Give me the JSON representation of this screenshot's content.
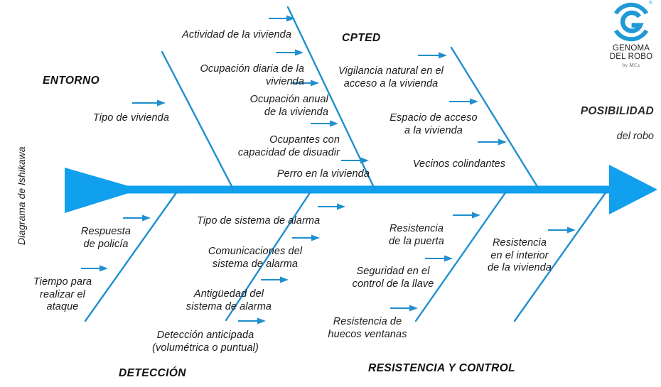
{
  "page": {
    "title_vertical": "Diagrama de Ishikawa",
    "spine_color": "#10A0EE",
    "bone_color": "#1F8FCE",
    "arrow_color": "#1F8FCE",
    "text_color": "#1a1a1a"
  },
  "logo": {
    "mark": "circular-g-monogram",
    "registered_mark": "®",
    "wordmark": "GENOMA\nDEL ROBO",
    "byline": "by MCs",
    "color": "#1F9AD6"
  },
  "effect": {
    "line1": "POSIBILIDAD",
    "line2": "del robo"
  },
  "categories": [
    {
      "id": "entorno",
      "label": "ENTORNO",
      "position": "upper-left",
      "causes": [
        {
          "text": "Tipo de vivienda"
        }
      ]
    },
    {
      "id": "cpted",
      "label": "CPTED",
      "position": "upper-right",
      "causes": [
        {
          "text": "Actividad de la vivienda"
        },
        {
          "text": "Ocupación diaria de la\nvivienda"
        },
        {
          "text": "Ocupación anual\nde la vivienda"
        },
        {
          "text": "Ocupantes con\ncapacidad de disuadir"
        },
        {
          "text": "Perro en la vivienda"
        },
        {
          "text": "Vigilancia natural en el\nacceso a la vivienda"
        },
        {
          "text": "Espacio de acceso\na la vivienda"
        },
        {
          "text": "Vecinos colindantes"
        }
      ]
    },
    {
      "id": "deteccion",
      "label": "DETECCIÓN",
      "position": "lower-left",
      "causes": [
        {
          "text": "Respuesta\nde policía"
        },
        {
          "text": "Tiempo para\nrealizar el\nataque"
        },
        {
          "text": "Tipo de sistema de alarma"
        },
        {
          "text": "Comunicaciones del\nsistema de alarma"
        },
        {
          "text": "Antigüedad del\nsistema de alarma"
        },
        {
          "text": "Detección anticipada\n(volumétrica o puntual)"
        }
      ]
    },
    {
      "id": "resistencia-y-control",
      "label": "RESISTENCIA Y CONTROL",
      "position": "lower-right",
      "causes": [
        {
          "text": "Resistencia\nde la puerta"
        },
        {
          "text": "Seguridad en el\ncontrol de la llave"
        },
        {
          "text": "Resistencia de\nhuecos ventanas"
        },
        {
          "text": "Resistencia\nen el interior\nde la vivienda"
        }
      ]
    }
  ],
  "cause_labels": {
    "tipo_de_vivienda": "Tipo de vivienda",
    "actividad_vivienda": "Actividad de la vivienda",
    "ocupacion_diaria": "Ocupación diaria de la\nvivienda",
    "ocupacion_anual": "Ocupación anual\nde la vivienda",
    "ocupantes_disuadir": "Ocupantes con\ncapacidad de disuadir",
    "perro_vivienda": "Perro en la vivienda",
    "vigilancia_natural": "Vigilancia natural en el\nacceso a la vivienda",
    "espacio_acceso": "Espacio de acceso\na la vivienda",
    "vecinos_colindantes": "Vecinos colindantes",
    "respuesta_policia": "Respuesta\nde policía",
    "tiempo_ataque": "Tiempo para\nrealizar el\nataque",
    "tipo_alarma": "Tipo de sistema de alarma",
    "comunicaciones_alarma": "Comunicaciones del\nsistema de alarma",
    "antiguedad_alarma": "Antigüedad del\nsistema de alarma",
    "deteccion_anticipada": "Detección anticipada\n(volumétrica o puntual)",
    "resistencia_puerta": "Resistencia\nde la puerta",
    "seguridad_llave": "Seguridad en el\ncontrol de la llave",
    "resistencia_ventanas": "Resistencia de\nhuecos ventanas",
    "resistencia_interior": "Resistencia\nen el interior\nde la vivienda"
  },
  "category_labels": {
    "entorno": "ENTORNO",
    "cpted": "CPTED",
    "deteccion": "DETECCIÓN",
    "resistencia": "RESISTENCIA Y CONTROL"
  }
}
